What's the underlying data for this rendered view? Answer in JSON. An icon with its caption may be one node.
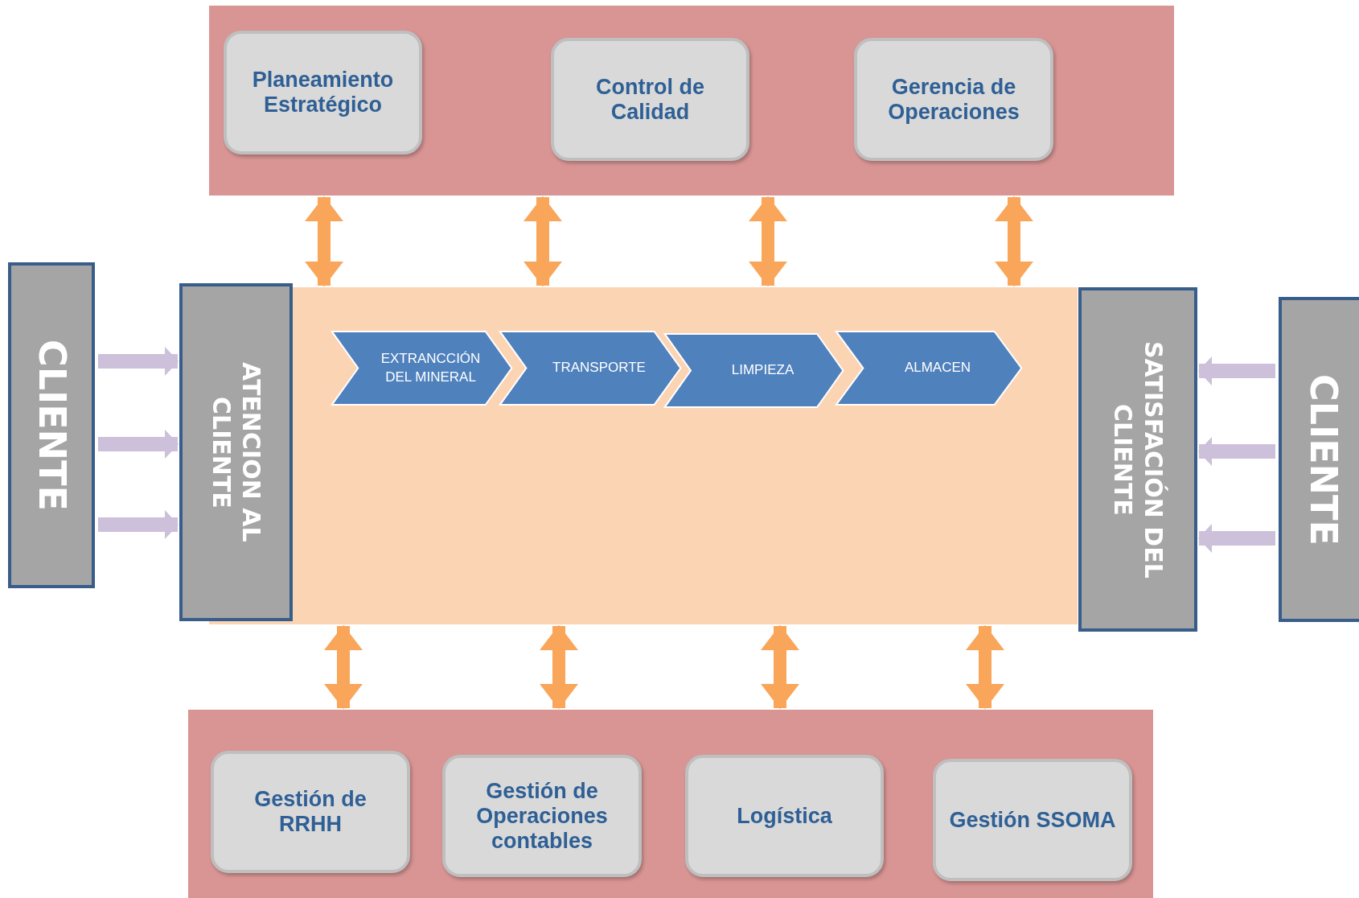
{
  "diagram": {
    "nodes": [
      {
        "text": [],
        "shape": "box"
      },
      {
        "text": [
          "Planeamiento Estratégico"
        ],
        "in": 0
      },
      {
        "text": [
          "Control de Calidad"
        ],
        "in": 0
      },
      {
        "text": [
          "Gerencia de Operaciones"
        ],
        "in": 0
      },
      {
        "text": [],
        "shape": "box"
      },
      {
        "text": [
          "EXTRANCCIÓN DEL MINERAL"
        ],
        "in": 4
      },
      {
        "text": [
          "TRANSPORTE"
        ],
        "in": 4
      },
      {
        "text": [
          "LIMPIEZA"
        ],
        "in": 4
      },
      {
        "text": [
          "ALMACEN"
        ],
        "in": 4
      },
      {
        "text": [
          "CLIENTE"
        ]
      },
      {
        "text": [
          "ATENCION AL CLIENTE"
        ]
      },
      {
        "text": [
          "SATISFACIÓN DEL CLIENTE"
        ]
      },
      {
        "text": [
          "CLIENTE"
        ]
      },
      {
        "text": [],
        "shape": "box"
      },
      {
        "text": [
          "Gestión de RRHH"
        ],
        "in": 13
      },
      {
        "text": [
          "Gestión de Operaciones contables"
        ],
        "in": 13
      },
      {
        "text": [
          "Logística"
        ],
        "in": 13
      },
      {
        "text": [
          "Gestión SSOMA"
        ],
        "in": 13
      }
    ],
    "edges": [
      {
        "from": 0,
        "to": 4,
        "arrow": "both"
      },
      {
        "from": 0,
        "to": 4,
        "arrow": "both"
      },
      {
        "from": 0,
        "to": 4,
        "arrow": "both"
      },
      {
        "from": 0,
        "to": 4,
        "arrow": "both"
      },
      {
        "from": 4,
        "to": 13,
        "arrow": "both"
      },
      {
        "from": 4,
        "to": 13,
        "arrow": "both"
      },
      {
        "from": 4,
        "to": 13,
        "arrow": "both"
      },
      {
        "from": 4,
        "to": 13,
        "arrow": "both"
      },
      {
        "from": 9,
        "to": 10,
        "arrow": "to",
        "color": "#ccc0da"
      },
      {
        "from": 9,
        "to": 10,
        "arrow": "to",
        "color": "#ccc0da"
      },
      {
        "from": 9,
        "to": 10,
        "arrow": "to",
        "color": "#ccc0da"
      },
      {
        "from": 12,
        "to": 11,
        "arrow": "to",
        "color": "#ccc0da"
      },
      {
        "from": 12,
        "to": 11,
        "arrow": "to",
        "color": "#ccc0da"
      },
      {
        "from": 12,
        "to": 11,
        "arrow": "to",
        "color": "#ccc0da"
      }
    ]
  }
}
